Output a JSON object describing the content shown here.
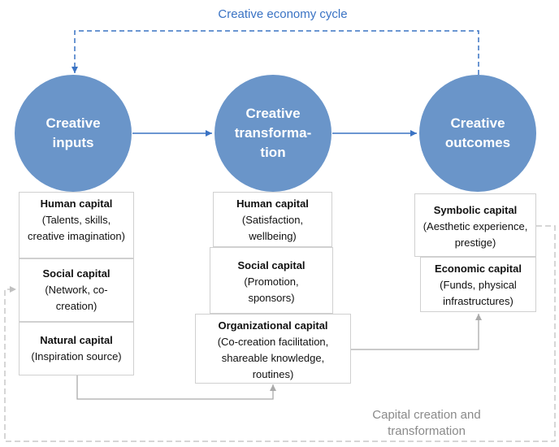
{
  "cycle_label": "Creative economy cycle",
  "capital_label": "Capital creation and transformation",
  "stages": [
    {
      "label": "Creative inputs"
    },
    {
      "label": "Creative transforma-tion"
    },
    {
      "label": "Creative outcomes"
    }
  ],
  "stage_lines": {
    "inputs_1": "Creative",
    "inputs_2": "inputs",
    "transformation_1": "Creative",
    "transformation_2": "transforma-",
    "transformation_3": "tion",
    "outcomes_1": "Creative",
    "outcomes_2": "outcomes"
  },
  "inputs_boxes": [
    {
      "title": "Human capital",
      "body": "(Talents, skills, creative imagination)"
    },
    {
      "title": "Social capital",
      "body": "(Network, co-creation)"
    },
    {
      "title": "Natural capital",
      "body": "(Inspiration source)"
    }
  ],
  "transformation_boxes": [
    {
      "title": "Human capital",
      "body": "(Satisfaction, wellbeing)"
    },
    {
      "title": "Social capital",
      "body": "(Promotion, sponsors)"
    },
    {
      "title": "Organizational capital",
      "body": "(Co-creation facilitation, shareable knowledge, routines)"
    }
  ],
  "outcomes_boxes": [
    {
      "title": "Symbolic capital",
      "body": "(Aesthetic experience, prestige)"
    },
    {
      "title": "Economic capital",
      "body": "(Funds, physical infrastructures)"
    }
  ],
  "colors": {
    "circle_fill": "#6a95c9",
    "blue_line": "#3a73c4",
    "gray_line": "#aaaaaa",
    "dashed_gray": "#c8c8c8"
  }
}
